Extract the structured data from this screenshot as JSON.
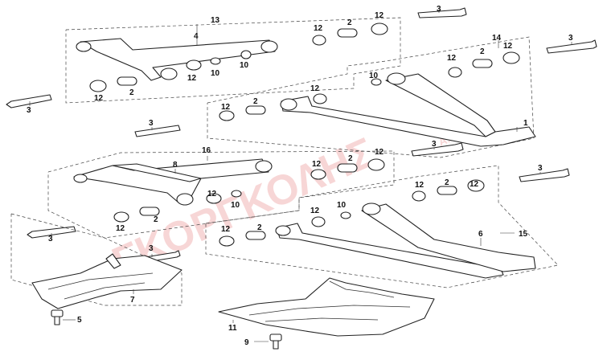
{
  "diagram": {
    "part_numbers": {
      "p1": "1",
      "p2": "2",
      "p3": "3",
      "p4": "4",
      "p5": "5",
      "p6": "6",
      "p7": "7",
      "p8": "8",
      "p9": "9",
      "p10": "10",
      "p11": "11",
      "p12": "12",
      "p13": "13",
      "p14": "14",
      "p15": "15",
      "p16": "16"
    },
    "watermark": {
      "text": "ΓΚΟΡΓΚΟΛΗΣ",
      "suffix": "Α.Ε."
    },
    "colors": {
      "line": "#222222",
      "watermark": "#dc4646",
      "background": "#ffffff"
    }
  }
}
